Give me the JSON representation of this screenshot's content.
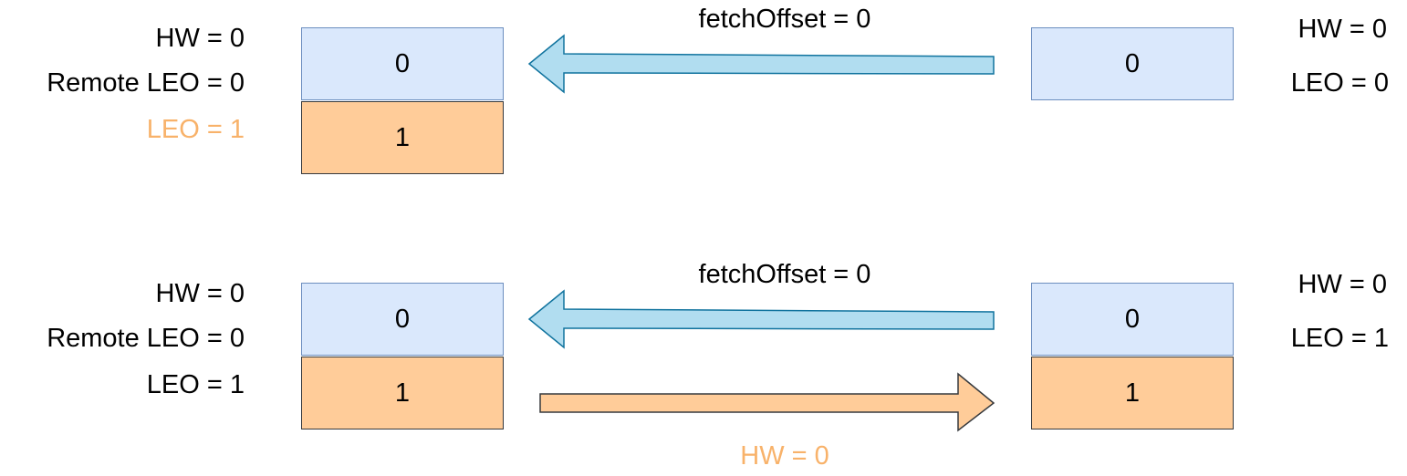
{
  "colors": {
    "log_blue_fill": "#dae8fc",
    "log_blue_stroke": "#6c8ebf",
    "log_orange_fill": "#ffcc99",
    "arrow_blue_fill": "#b1ddf0",
    "arrow_blue_stroke": "#10739e",
    "arrow_orange_fill": "#ffcc99",
    "highlight_text": "#f8b26a"
  },
  "top": {
    "leader": {
      "hw": "HW = 0",
      "remote_leo": "Remote LEO = 0",
      "leo": "LEO = 1",
      "cells": [
        "0",
        "1"
      ]
    },
    "fetch_label": "fetchOffset = 0",
    "follower": {
      "hw": "HW = 0",
      "leo": "LEO = 0",
      "cells": [
        "0"
      ]
    }
  },
  "bottom": {
    "leader": {
      "hw": "HW = 0",
      "remote_leo": "Remote LEO = 0",
      "leo": "LEO = 1",
      "cells": [
        "0",
        "1"
      ]
    },
    "fetch_label": "fetchOffset = 0",
    "response_label": "HW = 0",
    "follower": {
      "hw": "HW = 0",
      "leo": "LEO = 1",
      "cells": [
        "0",
        "1"
      ]
    }
  }
}
